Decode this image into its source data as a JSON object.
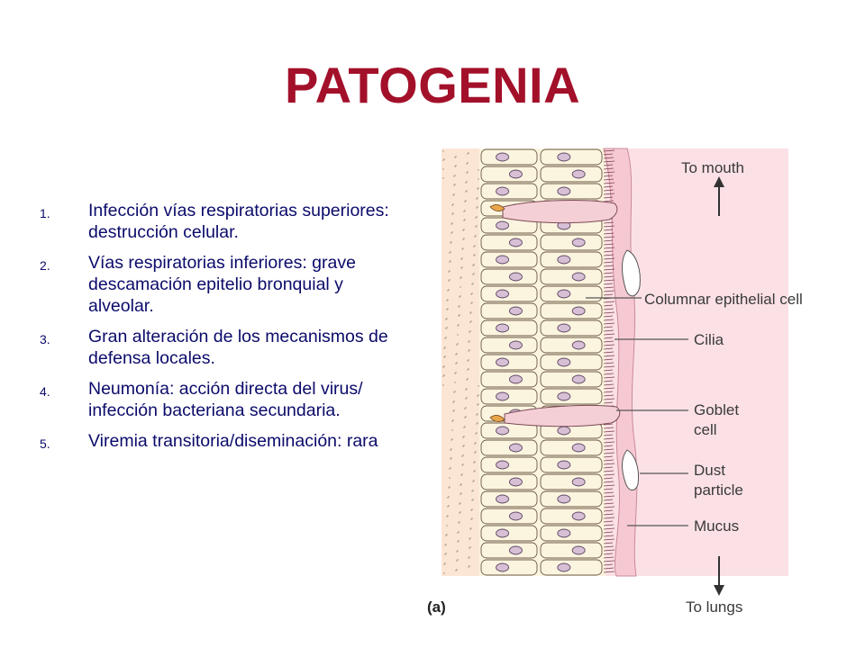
{
  "slide": {
    "title": "PATOGENIA",
    "title_color": "#a3102a",
    "items": [
      {
        "num": "1.",
        "text": "Infección vías respiratorias superiores: destrucción celular."
      },
      {
        "num": "2.",
        "text": "Vías respiratorias inferiores: grave descamación epitelio bronquial y alveolar."
      },
      {
        "num": "3.",
        "text": "Gran alteración de los mecanismos de defensa locales."
      },
      {
        "num": "4.",
        "text": "Neumonía: acción directa del virus/ infección bacteriana secundaria."
      },
      {
        "num": "5.",
        "text": "Viremia transitoria/diseminación: rara"
      }
    ]
  },
  "figure": {
    "top_label": "To mouth",
    "bottom_label": "To lungs",
    "panel_label": "(a)",
    "labels": {
      "columnar": "Columnar epithelial cell",
      "cilia": "Cilia",
      "goblet_1": "Goblet",
      "goblet_2": "cell",
      "dust_1": "Dust",
      "dust_2": "particle",
      "mucus": "Mucus"
    },
    "colors": {
      "cell_fill": "#fbf4df",
      "nucleus": "#d7bfd6",
      "mucus_band": "#f6c9d2",
      "label_line": "#555555"
    }
  }
}
